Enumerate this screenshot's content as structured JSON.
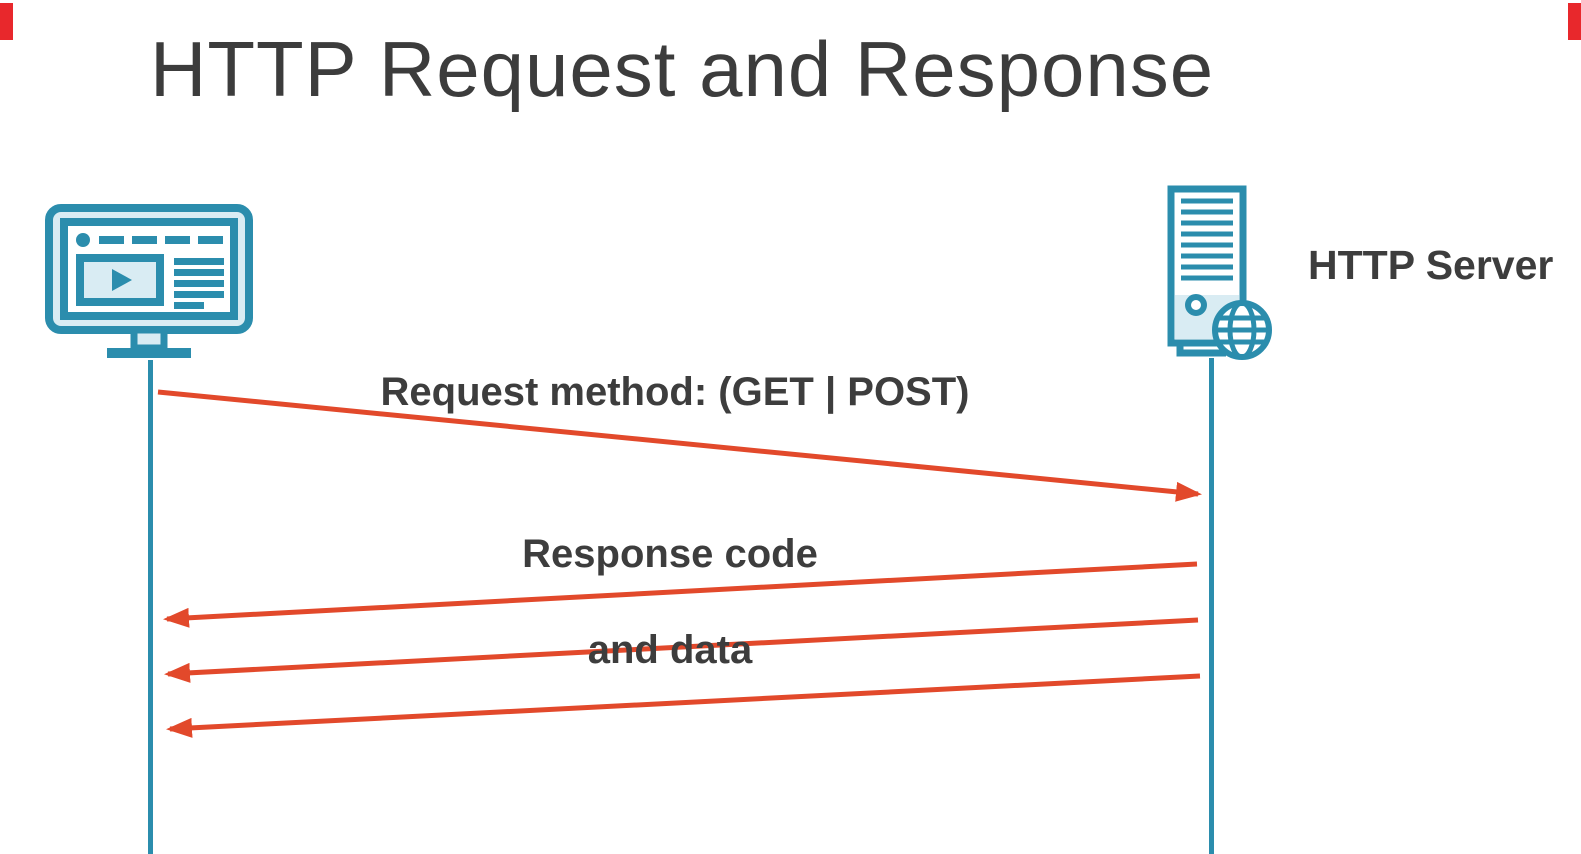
{
  "page": {
    "title": "HTTP Request and Response",
    "kind": "sequence-diagram-slide"
  },
  "colors": {
    "teal": "#2b8dad",
    "teal_light_fill": "#d9ecf3",
    "arrow_orange": "#e2492b",
    "text_dark": "#3d3d3d",
    "corner_red": "#e8282c",
    "background": "#ffffff"
  },
  "actors": {
    "client": {
      "icon": "monitor-browser-icon"
    },
    "server": {
      "label": "HTTP Server",
      "icon": "server-globe-icon"
    }
  },
  "messages": {
    "request": {
      "label": "Request method: (GET | POST)",
      "direction": "client-to-server",
      "arrow_count": 1
    },
    "response": {
      "label_line1": "Response code",
      "label_line2": "and data",
      "direction": "server-to-client",
      "arrow_count": 3
    }
  }
}
